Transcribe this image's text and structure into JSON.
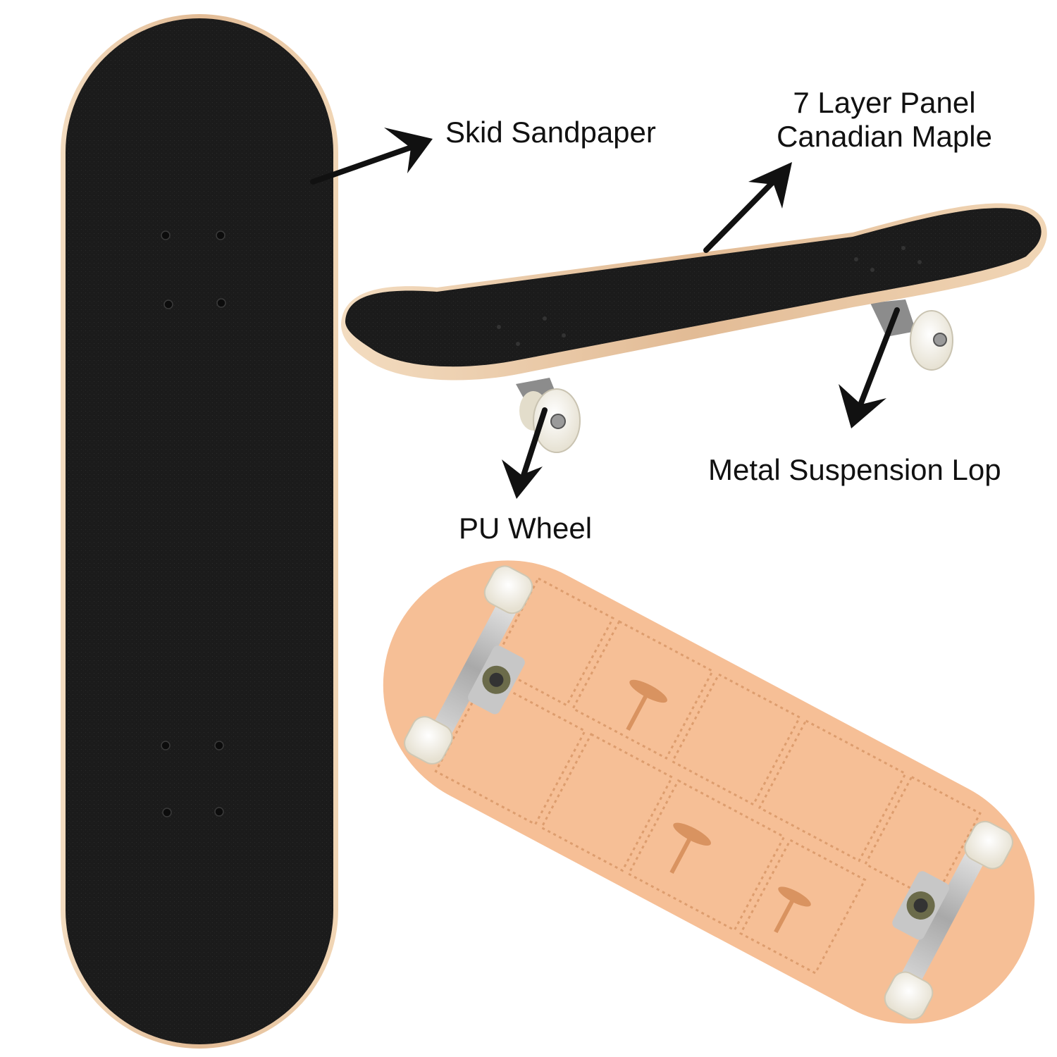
{
  "callouts": {
    "sandpaper": "Skid Sandpaper",
    "panel_line1": "7 Layer Panel",
    "panel_line2": "Canadian Maple",
    "suspension": "Metal Suspension Lop",
    "wheel": "PU Wheel"
  },
  "colors": {
    "griptape": "#1b1b1b",
    "maple_edge": "#e9c9a6",
    "deck_graphic": "#f6bf96",
    "truck_metal": "#b8b8b8",
    "wheel": "#f4f1e8",
    "arrow": "#111111"
  },
  "icons": [
    "arrow-icon"
  ]
}
